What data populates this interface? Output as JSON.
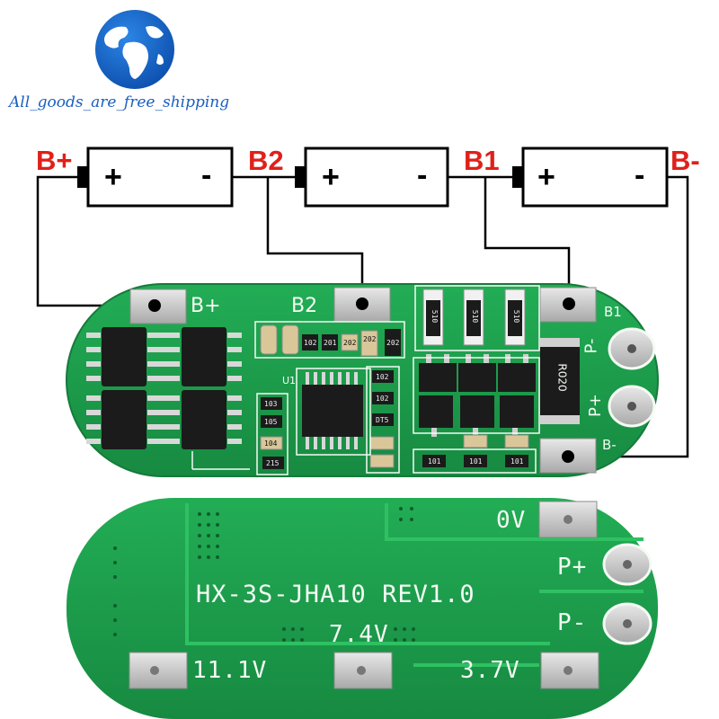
{
  "watermark": {
    "text": "All_goods_are_free_shipping"
  },
  "wiring_labels": {
    "b_plus": "B+",
    "b2": "B2",
    "b1": "B1",
    "b_minus": "B-"
  },
  "cells": [
    {
      "plus": "+",
      "minus": "-"
    },
    {
      "plus": "+",
      "minus": "-"
    },
    {
      "plus": "+",
      "minus": "-"
    }
  ],
  "board_front": {
    "pads": {
      "b_plus": "B+",
      "b2": "B2",
      "b1": "B1",
      "b_minus": "B-",
      "p_minus": "P-",
      "p_plus": "P+"
    },
    "ic_label": "U1",
    "resistor_code": "R020",
    "smd_codes": {
      "r510_a": "510",
      "r510_b": "510",
      "r510_c": "510",
      "r102_a": "102",
      "r102_b": "102",
      "r102_c": "102",
      "r103": "103",
      "r105": "105",
      "r104": "104",
      "r215": "215",
      "r101_a": "101",
      "r101_b": "101",
      "r101_c": "101",
      "r201": "201",
      "r202": "202",
      "r202b": "202",
      "r202c": "202",
      "diode": "DT5"
    }
  },
  "board_back": {
    "model_text": "HX-3S-JHA10  REV1.0",
    "labels": {
      "zero_v": "0V",
      "p_plus": "P+",
      "p_minus": "P-",
      "v111": "11.1V",
      "v74": "7.4V",
      "v37": "3.7V"
    }
  },
  "colors": {
    "pcb_green": "#1f9e4c",
    "silk_white": "#f4fbf4",
    "wire_label_red": "#e0201a",
    "globe_blue": "#1e6fd0",
    "pad_silver": "#cfcfcf"
  }
}
